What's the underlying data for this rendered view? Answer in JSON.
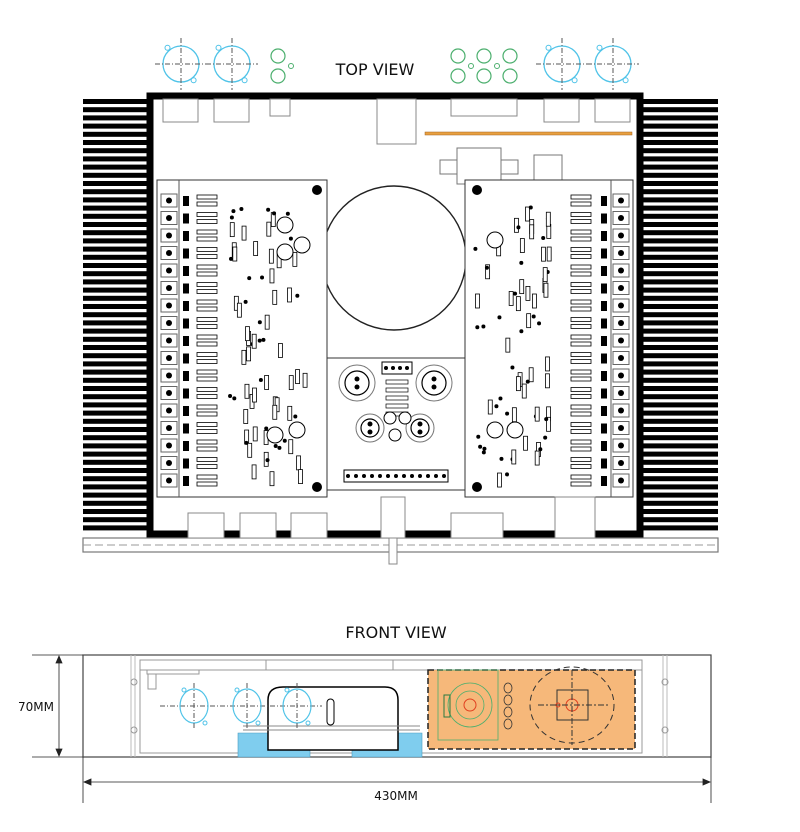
{
  "top_view": {
    "title": "TOP VIEW"
  },
  "front_view": {
    "title": "FRONT VIEW"
  },
  "dimensions": {
    "height": "70MM",
    "width": "430MM"
  },
  "colors": {
    "xlr_blue": "#4fc3e8",
    "rca_green": "#4caf6e",
    "heatsink": "#000000",
    "orange_board": "#f6b87a",
    "blue_bracket": "#7fcdee",
    "cap_strip": "#e8a040",
    "outline_gray": "#888888"
  }
}
